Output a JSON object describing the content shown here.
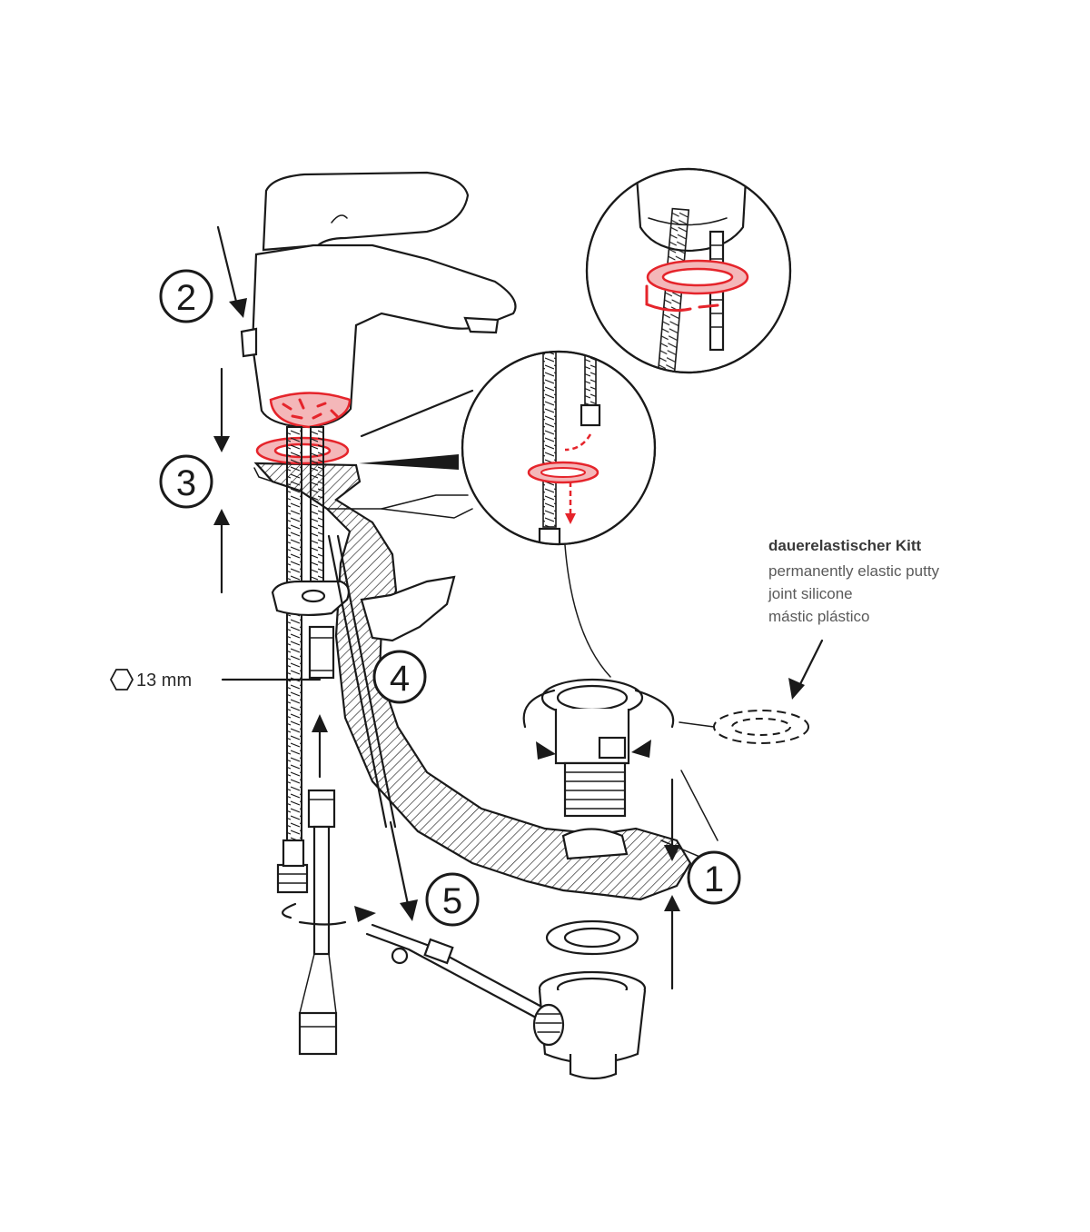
{
  "steps": [
    "1",
    "2",
    "3",
    "4",
    "5"
  ],
  "wrench_size": "13 mm",
  "putty_labels": {
    "de": "dauerelastischer Kitt",
    "en": "permanently elastic putty",
    "fr": "joint silicone",
    "es": "mástic plástico"
  },
  "colors": {
    "line": "#1a1a1a",
    "highlight": "#e5242b"
  }
}
